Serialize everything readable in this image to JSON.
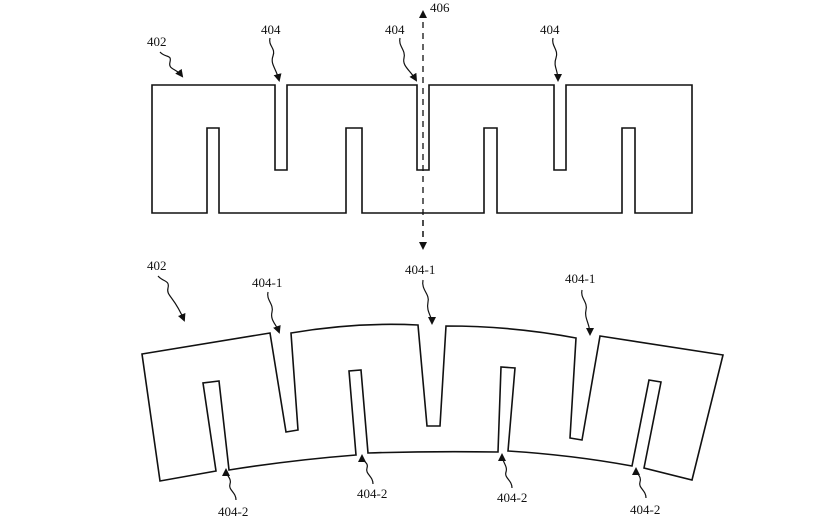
{
  "labels": {
    "top_body": "402",
    "top_slit_1": "404",
    "top_slit_2": "404",
    "top_slit_3": "404",
    "axis": "406",
    "bottom_body": "402",
    "bottom_top_slit_1": "404-1",
    "bottom_top_slit_2": "404-1",
    "bottom_top_slit_3": "404-1",
    "bottom_low_slit_1": "404-2",
    "bottom_low_slit_2": "404-2",
    "bottom_low_slit_3": "404-2",
    "bottom_low_slit_4": "404-2"
  },
  "colors": {
    "stroke": "#111111",
    "background": "#ffffff"
  }
}
